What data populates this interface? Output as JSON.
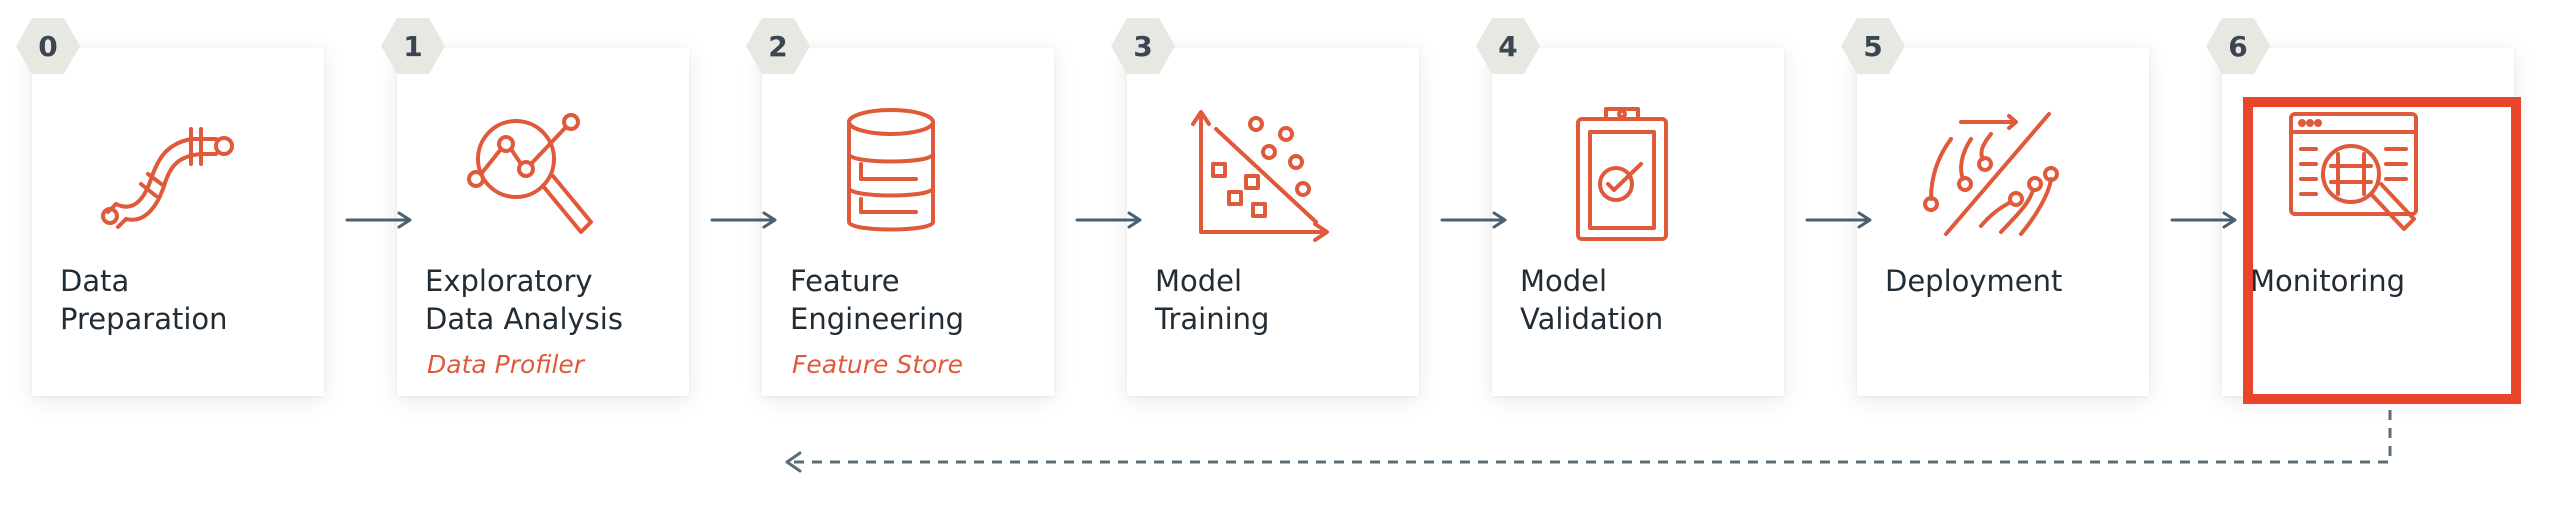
{
  "steps": [
    {
      "num": "0",
      "line1": "Data",
      "line2": "Preparation",
      "sub": ""
    },
    {
      "num": "1",
      "line1": "Exploratory",
      "line2": "Data Analysis",
      "sub": "Data Profiler"
    },
    {
      "num": "2",
      "line1": "Feature",
      "line2": "Engineering",
      "sub": "Feature Store"
    },
    {
      "num": "3",
      "line1": "Model",
      "line2": "Training",
      "sub": ""
    },
    {
      "num": "4",
      "line1": "Model",
      "line2": "Validation",
      "sub": ""
    },
    {
      "num": "5",
      "line1": "Deployment",
      "line2": "",
      "sub": ""
    },
    {
      "num": "6",
      "line1": "Monitoring",
      "line2": "",
      "sub": ""
    }
  ],
  "icons": [
    "pipes-icon",
    "data-analysis-magnifier-icon",
    "database-icon",
    "scatter-plot-icon",
    "clipboard-check-icon",
    "deployment-circuit-icon",
    "monitoring-dashboard-icon"
  ],
  "colors": {
    "accent": "#e0593a",
    "highlight": "#e8452b",
    "arrow": "#4a6070",
    "badge": "#e8e8e3",
    "text": "#222c35"
  },
  "highlighted_step": "6"
}
